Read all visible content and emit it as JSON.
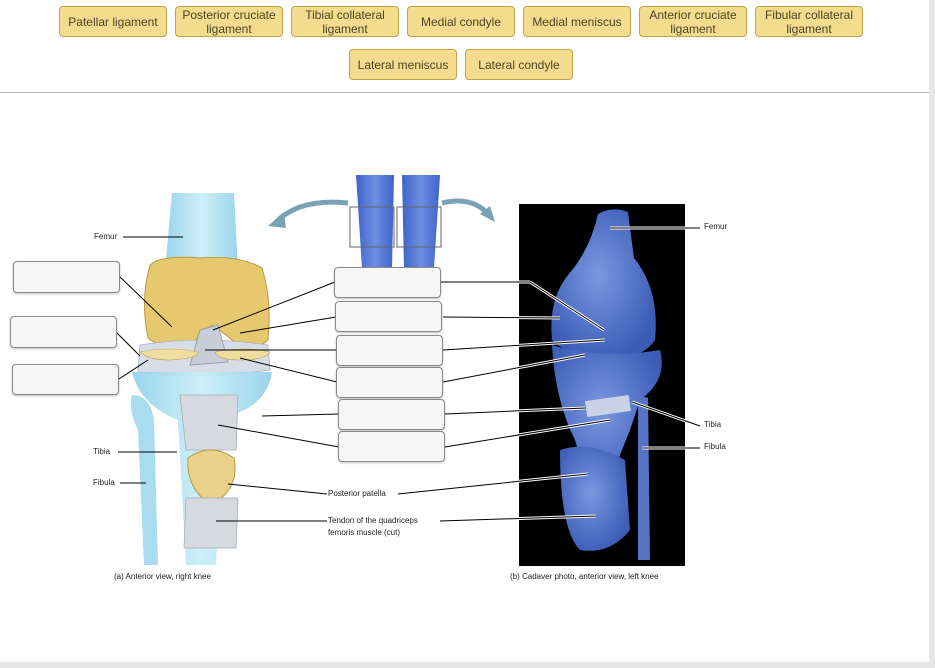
{
  "word_bank": {
    "chips": [
      {
        "label": "Patellar ligament"
      },
      {
        "label": "Posterior cruciate ligament"
      },
      {
        "label": "Tibial collateral ligament"
      },
      {
        "label": "Medial condyle"
      },
      {
        "label": "Medial meniscus"
      },
      {
        "label": "Anterior cruciate ligament"
      },
      {
        "label": "Fibular collateral ligament"
      },
      {
        "label": "Lateral meniscus"
      },
      {
        "label": "Lateral condyle"
      }
    ]
  },
  "labels": {
    "femur_left": "Femur",
    "tibia_left": "Tibia",
    "fibula_left": "Fibula",
    "posterior_patella": "Posterior patella",
    "tendon_line1": "Tendon of the quadriceps",
    "tendon_line2": "femoris muscle (cut)",
    "femur_right": "Femur",
    "tibia_right": "Tibia",
    "fibula_right": "Fibula"
  },
  "captions": {
    "left": "(a) Anterior view, right knee",
    "right": "(b) Cadaver photo, anterior view, left knee"
  },
  "colors": {
    "chip_fill": "#f4dc8f",
    "chip_border": "#c2a34a",
    "bone_blue": "#a9dcee",
    "cartilage_yellow": "#e9cf7d",
    "cadaver_blue": "#5d7fcf",
    "photo_bg": "#000000"
  }
}
